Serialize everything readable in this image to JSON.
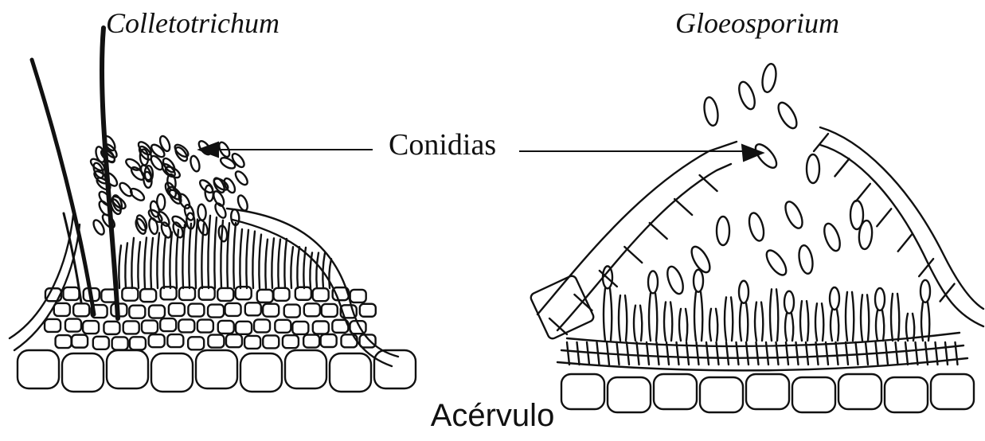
{
  "figure": {
    "left_label": "Colletotrichum",
    "right_label": "Gloeosporium",
    "pointer_label": "Conidias",
    "caption": "Acérvulo"
  }
}
